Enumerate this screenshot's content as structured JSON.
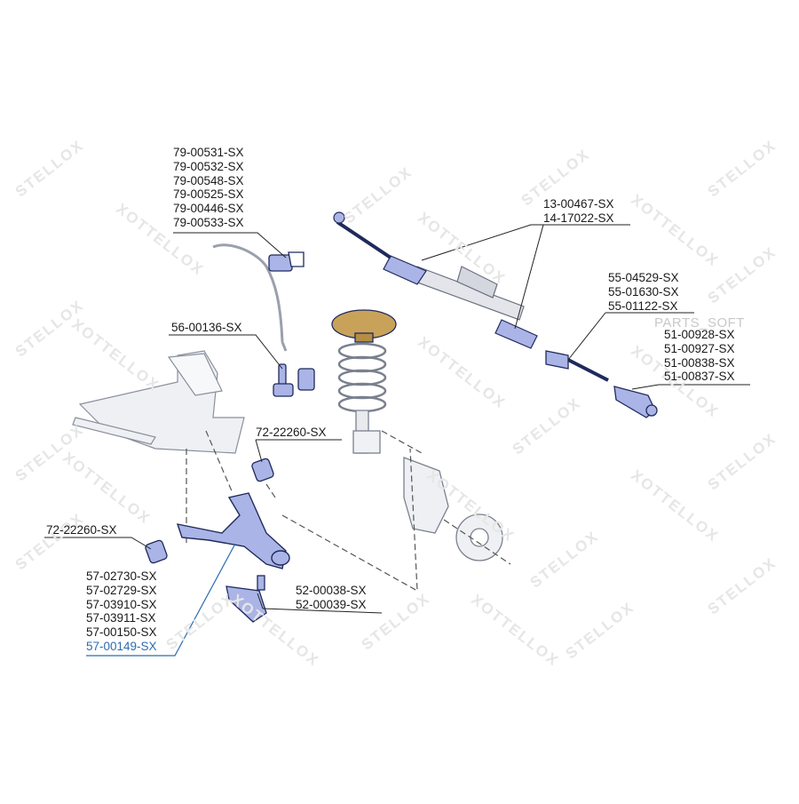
{
  "watermark": {
    "text": "STELLOX",
    "mirrored_text": "XOTTELLOX"
  },
  "brand_overlay": "PARTS_SOFT",
  "groups": {
    "stabilizer_bushings": [
      "79-00531-SX",
      "79-00532-SX",
      "79-00548-SX",
      "79-00525-SX",
      "79-00446-SX",
      "79-00533-SX"
    ],
    "steering_rack": [
      "13-00467-SX",
      "14-17022-SX"
    ],
    "tie_rods": [
      "55-04529-SX",
      "55-01630-SX",
      "55-01122-SX"
    ],
    "tie_rod_ends": [
      "51-00928-SX",
      "51-00927-SX",
      "51-00838-SX",
      "51-00837-SX"
    ],
    "stabilizer_link": [
      "56-00136-SX"
    ],
    "arm_bushing_right": [
      "72-22260-SX"
    ],
    "arm_bushing_left": [
      "72-22260-SX"
    ],
    "control_arms": [
      "57-02730-SX",
      "57-02729-SX",
      "57-03910-SX",
      "57-03911-SX",
      "57-00150-SX",
      "57-00149-SX"
    ],
    "ball_joints": [
      "52-00038-SX",
      "52-00039-SX"
    ]
  },
  "colors": {
    "part_fill": "#aab4e6",
    "part_stroke": "#1f2a5c",
    "highlight": "#2b6cb0",
    "leader": "#222222"
  }
}
